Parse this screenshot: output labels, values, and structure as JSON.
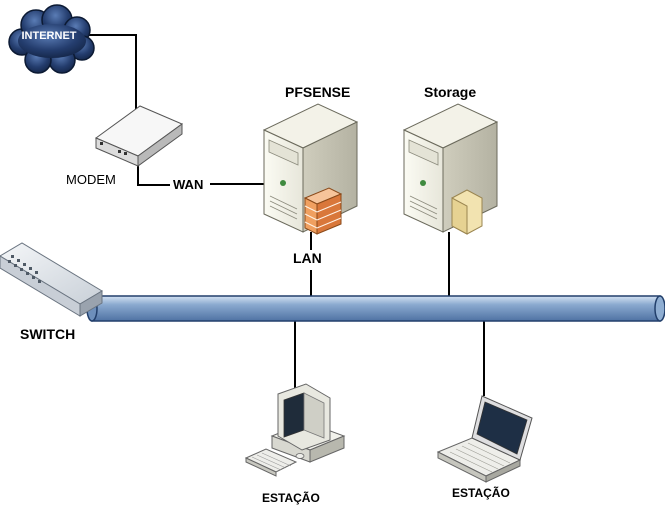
{
  "diagram": {
    "cloud_label": "INTERNET",
    "modem_label": "MODEM",
    "wan_label": "WAN",
    "firewall_label": "PFSENSE",
    "storage_label": "Storage",
    "lan_label": "LAN",
    "switch_label": "SWITCH",
    "station1_label": "ESTAÇÃO",
    "station2_label": "ESTAÇÃO"
  },
  "colors": {
    "cloud": "#1a2f55",
    "backbone": "#7f9fc6",
    "server_body": "#f0efe4",
    "firewall": "#f0a060",
    "link": "#000000"
  },
  "icons": [
    "cloud-icon",
    "modem-icon",
    "server-icon",
    "firewall-icon",
    "folder-icon",
    "switch-icon",
    "desktop-computer-icon",
    "laptop-icon"
  ]
}
